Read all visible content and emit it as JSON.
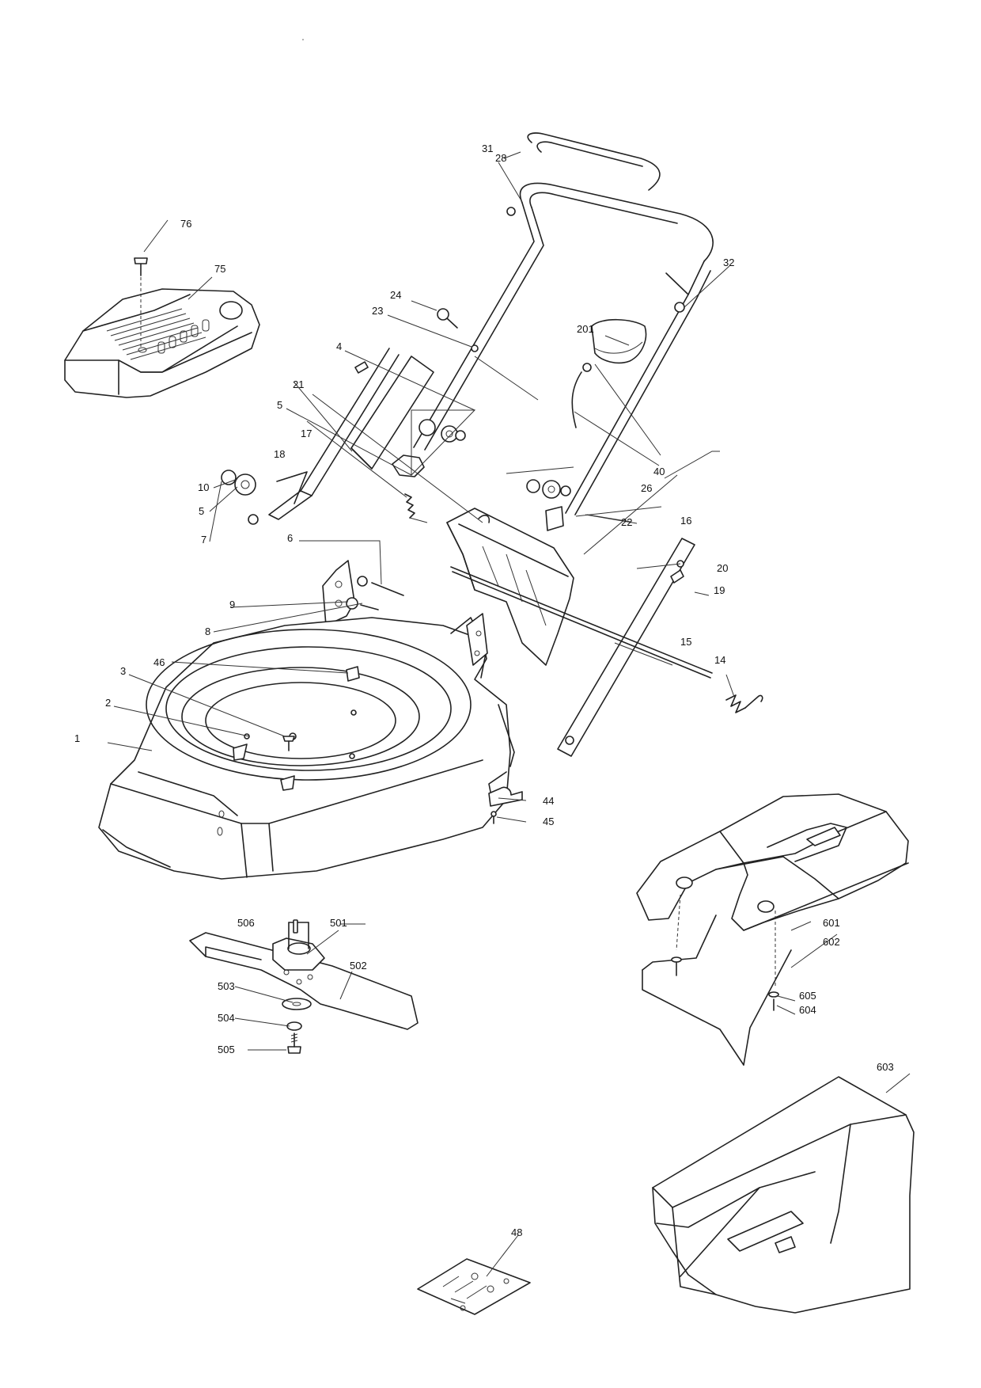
{
  "callouts": {
    "c1": "1",
    "c2": "2",
    "c3": "3",
    "c4": "4",
    "c5a": "5",
    "c5b": "5",
    "c6": "6",
    "c7": "7",
    "c8": "8",
    "c9": "9",
    "c10": "10",
    "c14": "14",
    "c15": "15",
    "c16": "16",
    "c17": "17",
    "c18": "18",
    "c19": "19",
    "c20": "20",
    "c21": "21",
    "c22": "22",
    "c23": "23",
    "c24": "24",
    "c26": "26",
    "c28": "28",
    "c31": "31",
    "c32": "32",
    "c40": "40",
    "c44": "44",
    "c45": "45",
    "c46": "46",
    "c48": "48",
    "c75": "75",
    "c76": "76",
    "c201": "201",
    "c501": "501",
    "c502": "502",
    "c503": "503",
    "c504": "504",
    "c505": "505",
    "c506": "506",
    "c601": "601",
    "c602": "602",
    "c603": "603",
    "c604": "604",
    "c605": "605"
  }
}
